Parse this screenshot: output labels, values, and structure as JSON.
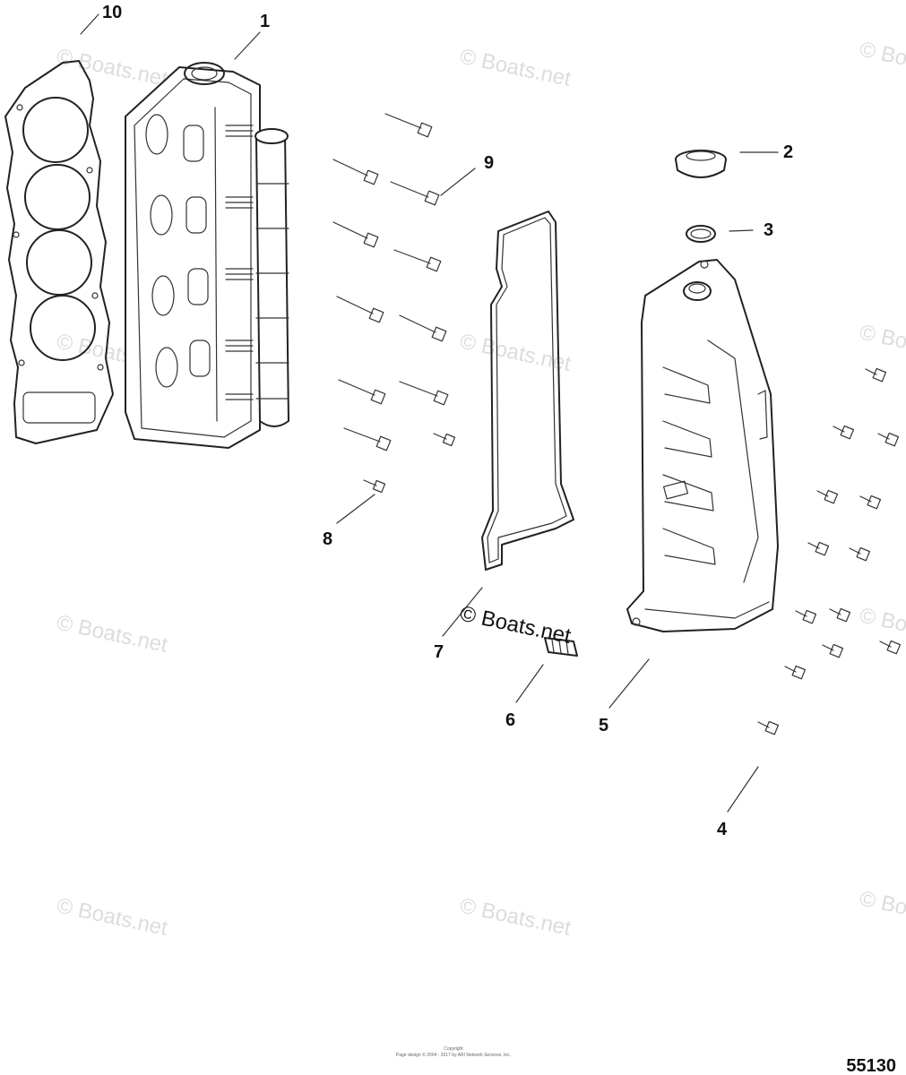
{
  "callouts": [
    "1",
    "2",
    "3",
    "4",
    "5",
    "6",
    "7",
    "8",
    "9",
    "10"
  ],
  "watermarks": {
    "text": "© Boats.net",
    "center_text": "© Boats.net"
  },
  "footer": {
    "line1": "Copyright",
    "line2": "Page design © 2004 - 2017 by ARI Network Services, Inc."
  },
  "figure_number": "55130"
}
